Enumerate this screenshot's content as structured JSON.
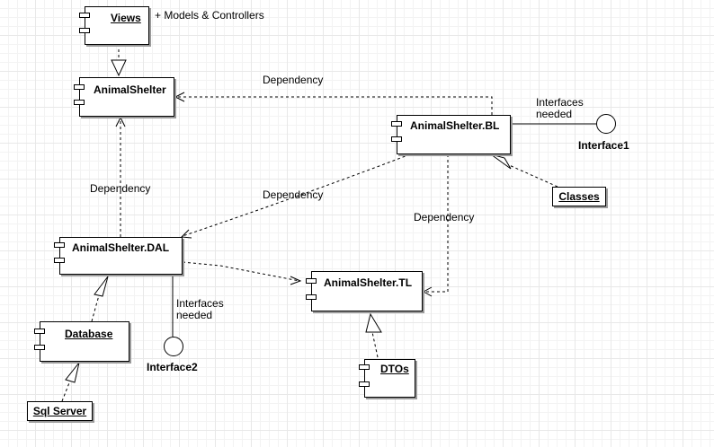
{
  "components": {
    "views": "Views",
    "animalshelter": "AnimalShelter",
    "bl": "AnimalShelter.BL",
    "dal": "AnimalShelter.DAL",
    "tl": "AnimalShelter.TL",
    "database": "Database",
    "dtos": "DTOs"
  },
  "boxes": {
    "classes": "Classes",
    "sqlserver": "Sql Server"
  },
  "interfaces": {
    "interface1": "Interface1",
    "interface2": "Interface2"
  },
  "labels": {
    "views_note": "+ Models & Controllers",
    "dep_bl_to_as": "Dependency",
    "dep_dal_to_as": "Dependency",
    "dep_bl_to_dal": "Dependency",
    "dep_bl_to_tl": "Dependency",
    "bl_interfaces_line1": "Interfaces",
    "bl_interfaces_line2": "needed",
    "dal_interfaces_line1": "Interfaces",
    "dal_interfaces_line2": "needed"
  }
}
